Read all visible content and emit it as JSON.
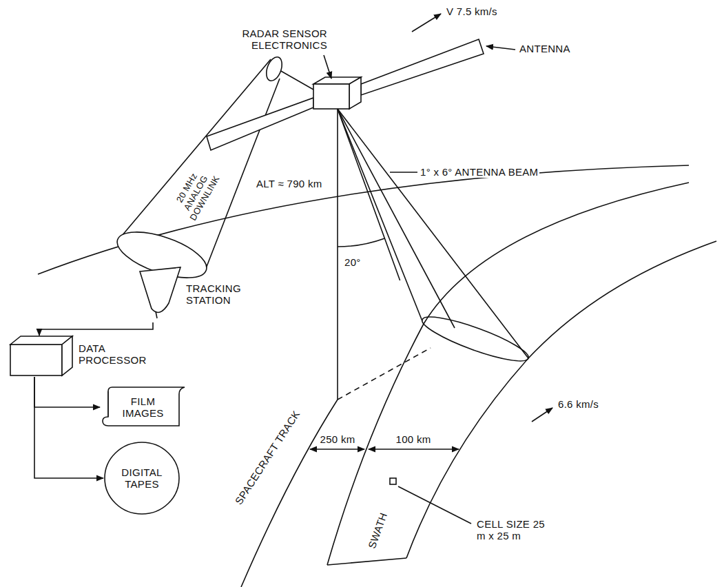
{
  "diagram": {
    "nodes": [
      {
        "text": [
          "TRACKING STATION"
        ]
      },
      {
        "text": [
          "DATA PROCESSOR"
        ]
      },
      {
        "text": [
          "FILM IMAGES"
        ]
      },
      {
        "text": [
          "DIGITAL TAPES"
        ]
      }
    ],
    "edges": [
      {
        "from": 0,
        "to": 1,
        "arrow": "to"
      },
      {
        "from": 1,
        "to": 2,
        "arrow": "to"
      },
      {
        "from": 1,
        "to": 3,
        "arrow": "to"
      }
    ],
    "labels": [
      "RADAR SENSOR ELECTRONICS",
      "V 7.5 km/s",
      "ANTENNA",
      "20 MHz ANALOG DOWNLINK",
      "ALT ≈ 790 km",
      "1° x 6° ANTENNA BEAM",
      "20°",
      "SPACECRAFT TRACK",
      "250 km",
      "100 km",
      "6.6 km/s",
      "SWATH",
      "CELL SIZE 25 m x 25 m"
    ]
  }
}
